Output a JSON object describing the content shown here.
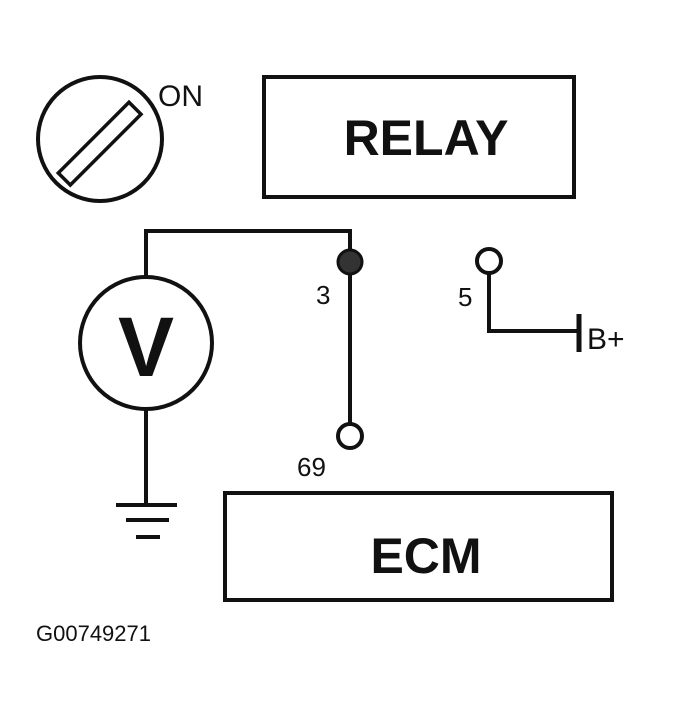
{
  "diagram": {
    "switch_label": "ON",
    "relay_label": "RELAY",
    "ecm_label": "ECM",
    "voltmeter_label": "V",
    "pins": [
      {
        "label": "3",
        "state": "filled"
      },
      {
        "label": "69",
        "state": "open"
      },
      {
        "label": "5",
        "state": "open"
      }
    ],
    "supply_label": "B+",
    "figure_id": "G00749271"
  },
  "colors": {
    "ink": "#111111",
    "background": "#ffffff",
    "pin_fill": "#333333"
  }
}
